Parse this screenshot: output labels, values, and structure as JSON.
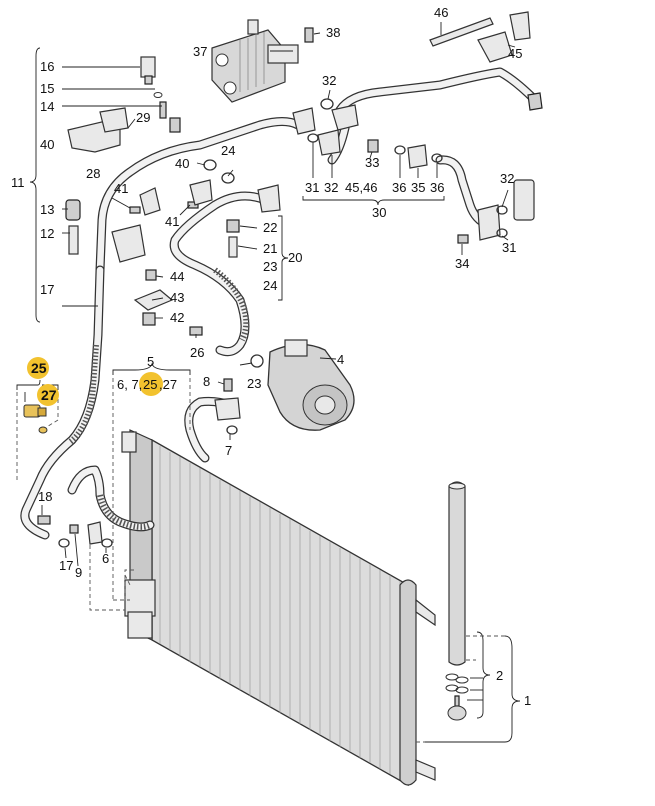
{
  "callouts": {
    "c1": "1",
    "c2": "2",
    "c4": "4",
    "c5": "5",
    "c5_list_a": "6, 7,",
    "c5_list_hl": "25",
    "c5_list_b": ",27",
    "c6": "6",
    "c7": "7",
    "c8": "8",
    "c9": "9",
    "c11": "11",
    "c12": "12",
    "c13": "13",
    "c14": "14",
    "c15": "15",
    "c16": "16",
    "c17a": "17",
    "c17b": "17",
    "c18": "18",
    "c20": "20",
    "c21": "21",
    "c22": "22",
    "c23a": "23",
    "c23b": "23",
    "c24a": "24",
    "c24b": "24",
    "c25": "25",
    "c26": "26",
    "c27": "27",
    "c28": "28",
    "c29": "29",
    "c30": "30",
    "c31a": "31",
    "c31b": "31",
    "c32a": "32",
    "c32b": "32",
    "c32c": "32",
    "c33": "33",
    "c34": "34",
    "c35": "35",
    "c36a": "36",
    "c36b": "36",
    "c37": "37",
    "c38": "38",
    "c40a": "40",
    "c40b": "40",
    "c41a": "41",
    "c41b": "41",
    "c42": "42",
    "c43": "43",
    "c44": "44",
    "c4546": "45,46",
    "c45": "45",
    "c46": "46"
  },
  "highlight_color": "#f2c22e"
}
